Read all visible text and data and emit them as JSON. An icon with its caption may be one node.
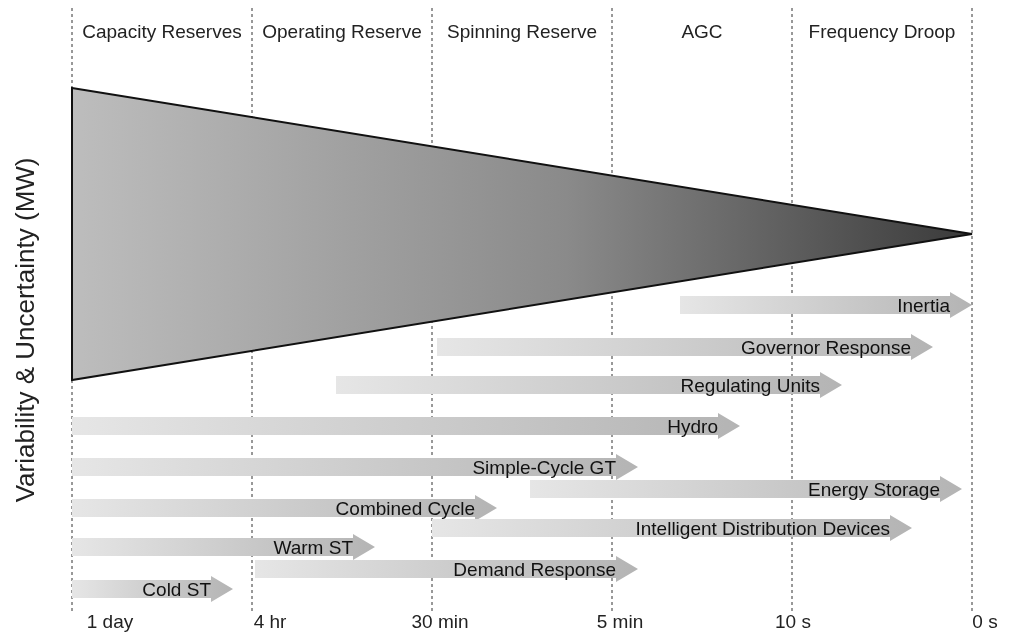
{
  "diagram": {
    "nodes": [
      {
        "text": [
          "Inertia"
        ]
      },
      {
        "text": [
          "Governor Response"
        ]
      },
      {
        "text": [
          "Regulating Units"
        ]
      },
      {
        "text": [
          "Hydro"
        ]
      },
      {
        "text": [
          "Simple-Cycle GT"
        ]
      },
      {
        "text": [
          "Energy Storage"
        ]
      },
      {
        "text": [
          "Combined Cycle"
        ]
      },
      {
        "text": [
          "Intelligent Distribution Devices"
        ]
      },
      {
        "text": [
          "Warm ST"
        ]
      },
      {
        "text": [
          "Demand Response"
        ]
      },
      {
        "text": [
          "Cold ST"
        ]
      }
    ],
    "labels": [
      "Capacity Reserves",
      "Operating Reserve",
      "Spinning Reserve",
      "AGC",
      "Frequency Droop",
      "Variability & Uncertainty (MW)",
      "1 day",
      "4 hr",
      "30 min",
      "5 min",
      "10 s",
      "0 s"
    ]
  }
}
